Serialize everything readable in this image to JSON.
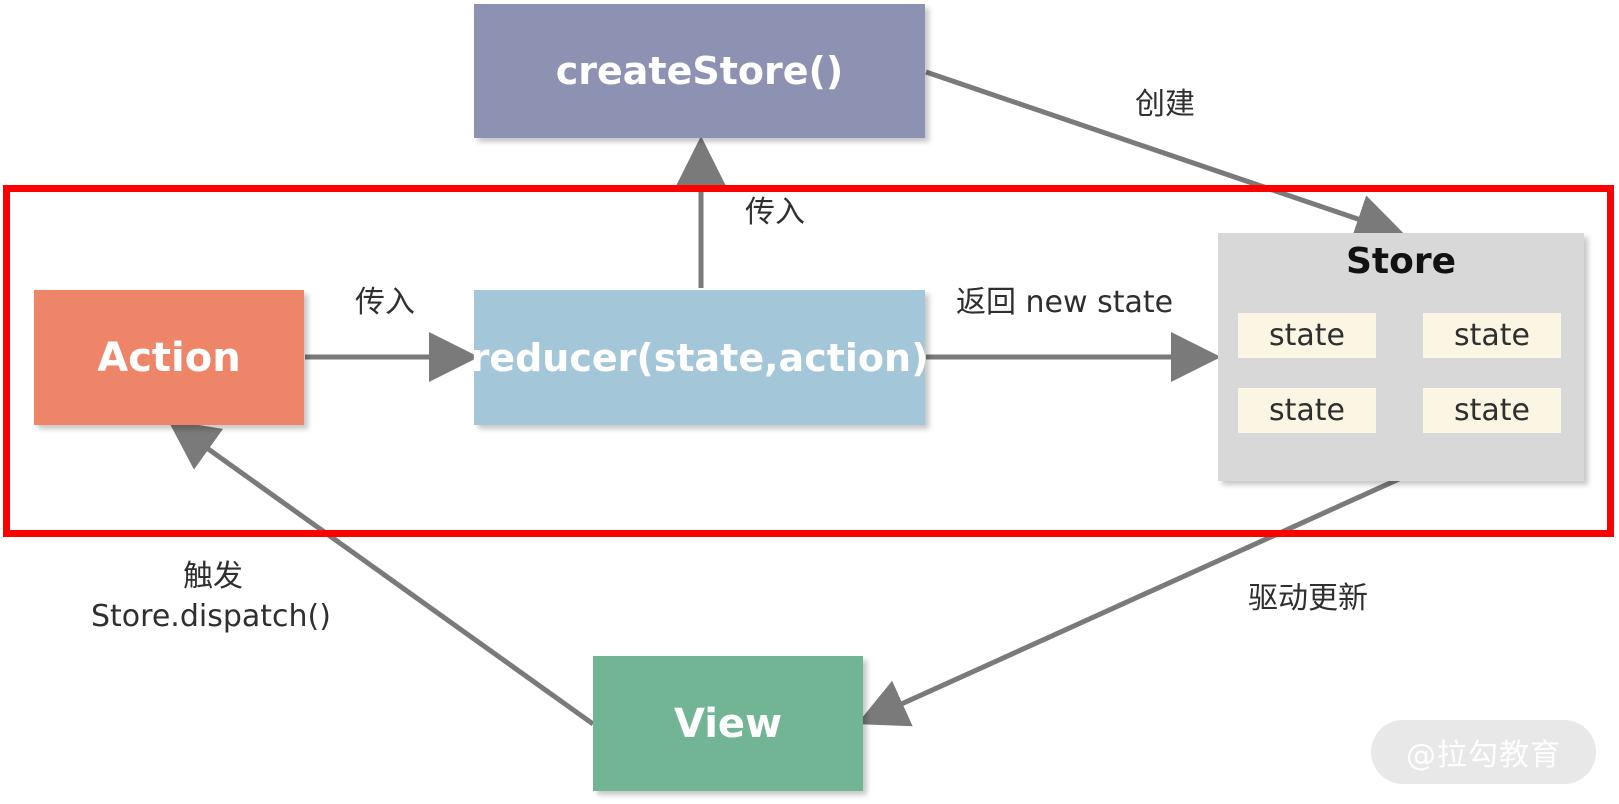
{
  "colors": {
    "action": "#ef8568",
    "reducer": "#a4c6d9",
    "create_store": "#8e92b2",
    "store": "#d8d8d8",
    "state": "#fbf5e3",
    "view": "#72b595",
    "highlight": "#ff0000",
    "arrow": "#7a7a7a"
  },
  "nodes": {
    "create_store": "createStore()",
    "action": "Action",
    "reducer": "reducer(state,action)",
    "store": "Store",
    "view": "View",
    "states": [
      "state",
      "state",
      "state",
      "state"
    ]
  },
  "edges": {
    "create_label": "创建",
    "pass_up_label": "传入",
    "pass_right_label": "传入",
    "return_label": "返回 new state",
    "trigger_label_line1": "触发",
    "trigger_label_line2": "Store.dispatch()",
    "drive_label": "驱动更新"
  },
  "watermark": "@拉勾教育"
}
